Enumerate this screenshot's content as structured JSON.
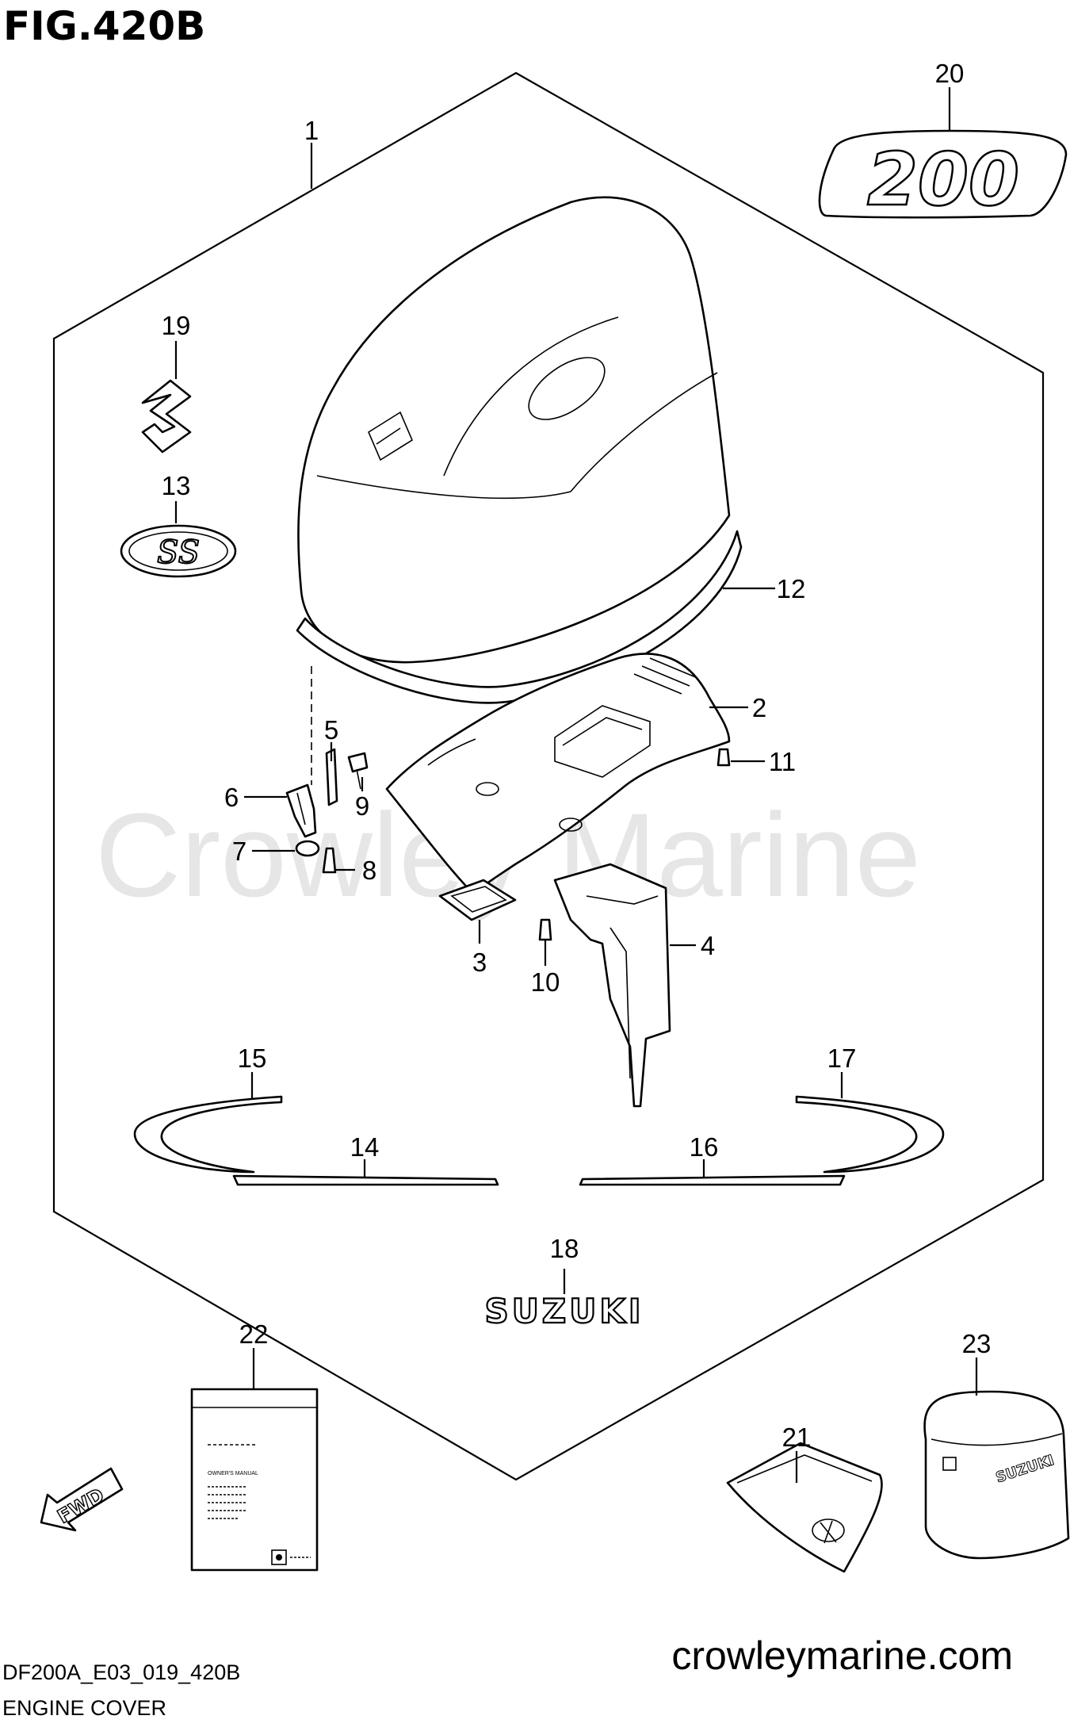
{
  "figure_title": "FIG.420B",
  "watermark": "Crowley Marine",
  "model_code": "DF200A_E03_019_420B",
  "caption": "ENGINE COVER",
  "website": "crowleymarine.com",
  "callouts": [
    "1",
    "2",
    "3",
    "4",
    "5",
    "6",
    "7",
    "8",
    "9",
    "10",
    "11",
    "12",
    "13",
    "14",
    "15",
    "16",
    "17",
    "18",
    "19",
    "20",
    "21",
    "22",
    "23"
  ],
  "decal_200": "200",
  "decal_ss": "SS",
  "brand_text": "SUZUKI",
  "fwd_label": "FWD",
  "manual_title": "OWNER'S MANUAL"
}
